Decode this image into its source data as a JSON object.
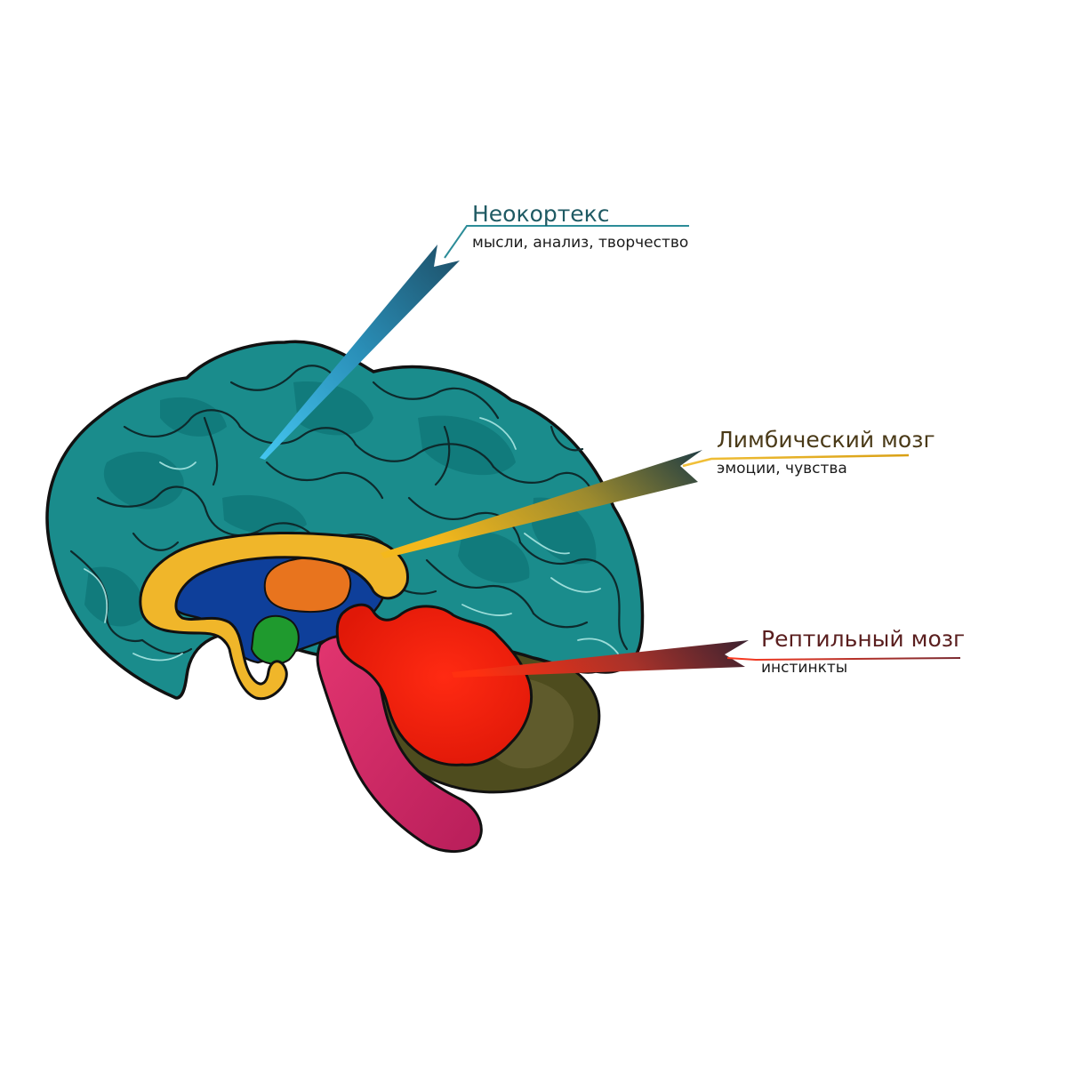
{
  "colors": {
    "neocortex": "#1a8c8c",
    "neocortex_dark": "#0f6f70",
    "limbic": "#f0b62a",
    "reptilian": "#f01e10",
    "brainstem": "#d22a6a",
    "outline": "#111111",
    "label_line_neocortex": "#2c8c98",
    "label_line_limbic": "#e6a820",
    "label_line_reptilian": "#9a2a2a"
  },
  "labels": {
    "neocortex": {
      "title": "Неокортекс",
      "description": "мысли, анализ, творчество",
      "color": "#1f5a63"
    },
    "limbic": {
      "title": "Лимбический мозг",
      "description": "эмоции, чувства",
      "color": "#4a3a18"
    },
    "reptilian": {
      "title": "Рептильный мозг",
      "description": "инстинкты",
      "color": "#5a1e1e"
    }
  }
}
